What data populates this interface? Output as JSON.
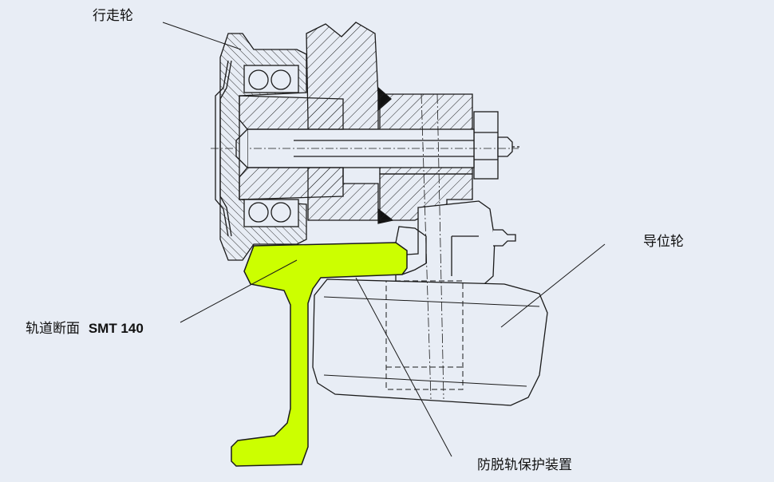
{
  "labels": {
    "travel_wheel": "行走轮",
    "guide_wheel": "导位轮",
    "rail_section": "轨道断面",
    "rail_model": "SMT 140",
    "anti_derail": "防脱轨保护装置"
  },
  "colors": {
    "background": "#e8edf5",
    "rail_fill": "#ccff00",
    "line": "#1a1a1a"
  }
}
